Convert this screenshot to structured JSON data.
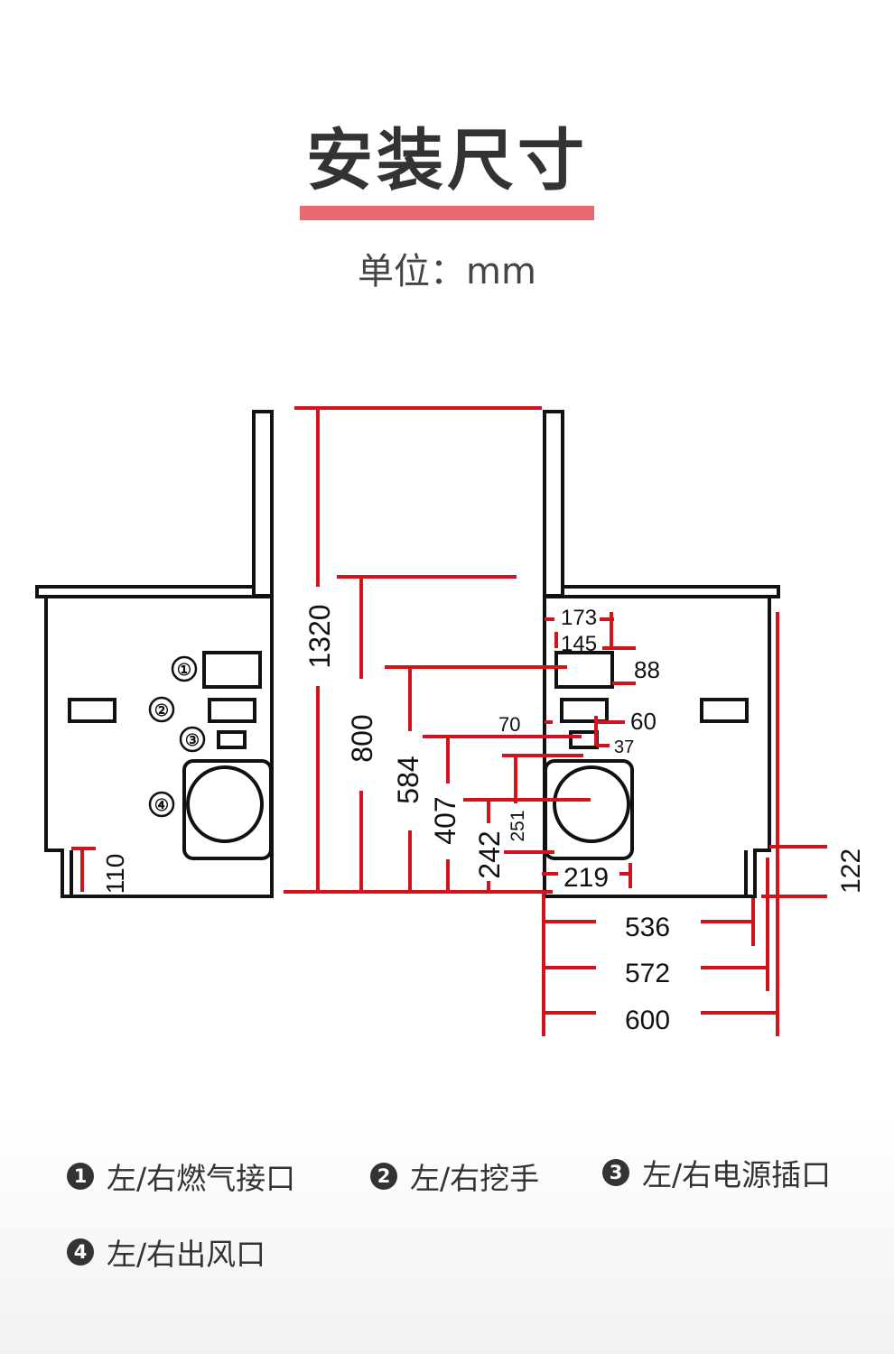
{
  "header": {
    "title": "安装尺寸",
    "unit": "单位：mm"
  },
  "diagram": {
    "markers": [
      "①",
      "②",
      "③",
      "④"
    ],
    "dimensions": {
      "d1320": "1320",
      "d800": "800",
      "d584": "584",
      "d407": "407",
      "d242": "242",
      "d251": "251",
      "d110": "110",
      "d173": "173",
      "d145": "145",
      "d88": "88",
      "d70": "70",
      "d60": "60",
      "d37": "37",
      "d219": "219",
      "d122": "122",
      "d536": "536",
      "d572": "572",
      "d600": "600"
    },
    "colors": {
      "dimension": "#d1141c",
      "outline": "#111111"
    }
  },
  "legend": {
    "items": [
      {
        "num": "1",
        "label": "左/右燃气接口"
      },
      {
        "num": "2",
        "label": "左/右挖手"
      },
      {
        "num": "3",
        "label": "左/右电源插口"
      },
      {
        "num": "4",
        "label": "左/右出风口"
      }
    ]
  }
}
